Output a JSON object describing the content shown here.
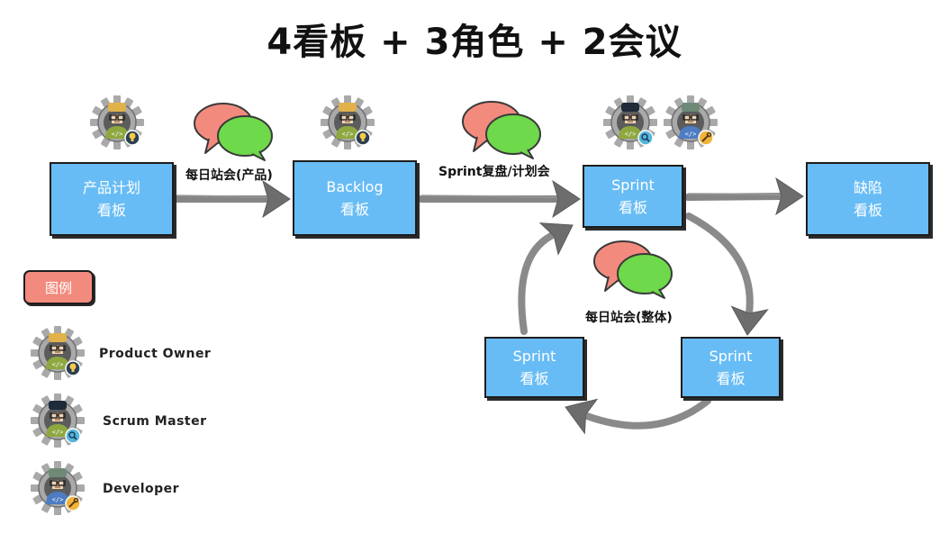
{
  "title": "4看板 + 3角色 + 2会议",
  "boards": {
    "product": {
      "line1": "产品计划",
      "line2": "看板"
    },
    "backlog": {
      "line1": "Backlog",
      "line2": "看板"
    },
    "sprint_main": {
      "line1": "Sprint",
      "line2": "看板"
    },
    "defect": {
      "line1": "缺陷",
      "line2": "看板"
    },
    "sprint_left": {
      "line1": "Sprint",
      "line2": "看板"
    },
    "sprint_right": {
      "line1": "Sprint",
      "line2": "看板"
    }
  },
  "meetings": {
    "daily_product": "每日站会(产品)",
    "sprint_review": "Sprint复盘/计划会",
    "daily_team": "每日站会(整体)"
  },
  "legend": {
    "title": "图例",
    "items": [
      {
        "label": "Product Owner",
        "role": "product-owner"
      },
      {
        "label": "Scrum Master",
        "role": "scrum-master"
      },
      {
        "label": "Developer",
        "role": "developer"
      }
    ]
  },
  "colors": {
    "board": "#68bcf5",
    "bubble_pink": "#f28b7e",
    "bubble_green": "#6ed94a",
    "arrow": "#707070",
    "legend_button": "#f28b7e"
  },
  "icons": {
    "product_owner_badge": "lightbulb-icon",
    "scrum_master_badge": "magnifier-icon",
    "developer_badge": "wrench-icon",
    "code_symbol": "</>"
  }
}
